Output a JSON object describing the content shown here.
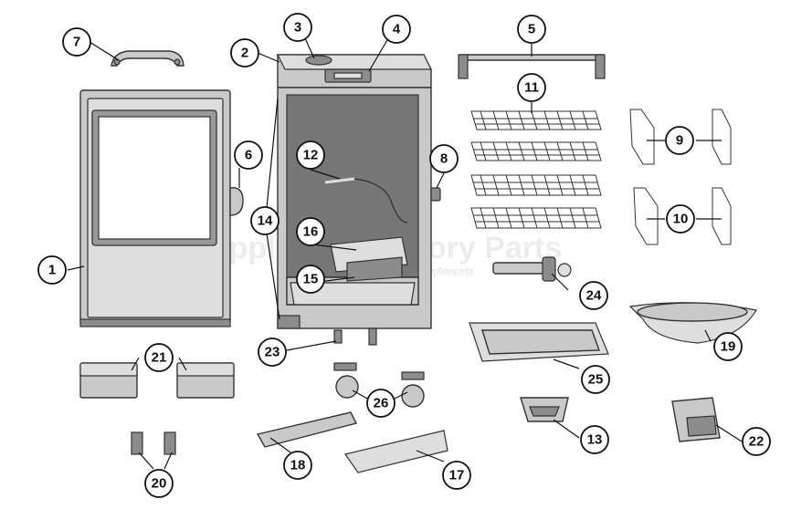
{
  "watermark": {
    "brand": "Appliance Factory Parts",
    "url": "appliancefa"
  },
  "callouts": [
    "1",
    "2",
    "3",
    "4",
    "5",
    "6",
    "7",
    "8",
    "9",
    "10",
    "11",
    "12",
    "13",
    "14",
    "15",
    "16",
    "17",
    "18",
    "19",
    "20",
    "21",
    "22",
    "23",
    "24",
    "25",
    "26"
  ]
}
